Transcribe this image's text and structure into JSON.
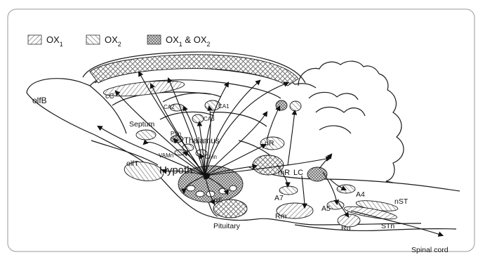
{
  "legend": {
    "ox1": {
      "text": "OX",
      "sub": "1"
    },
    "ox2": {
      "text": "OX",
      "sub": "2"
    },
    "both": {
      "text": "OX",
      "sub1": "1",
      "amp": " & OX",
      "sub2": "2"
    }
  },
  "labels": {
    "olfB": "olfB",
    "cC": "cC",
    "CA2": "CA2",
    "CA1": "CA1",
    "CA3": "CA3",
    "septum": "Septum",
    "PVn": "PVn",
    "thalamus": "Thalamus",
    "VAMn": "VAMn",
    "CMn": "CMn",
    "olfT": "olfT",
    "hypoth": "Hypoth",
    "mE": "mE",
    "dR": "dR",
    "mR": "mR",
    "LC": "LC",
    "A7": "A7",
    "A4": "A4",
    "nST": "nST",
    "A5": "A5",
    "Rm": "Rm",
    "Ro": "Ro",
    "STn": "STn",
    "pituitary": "Pituitary",
    "spinal": "Spinal cord"
  },
  "colors": {
    "line": "#1a1a1a",
    "frame": "#8c8c8c",
    "hatch": "#555555"
  }
}
